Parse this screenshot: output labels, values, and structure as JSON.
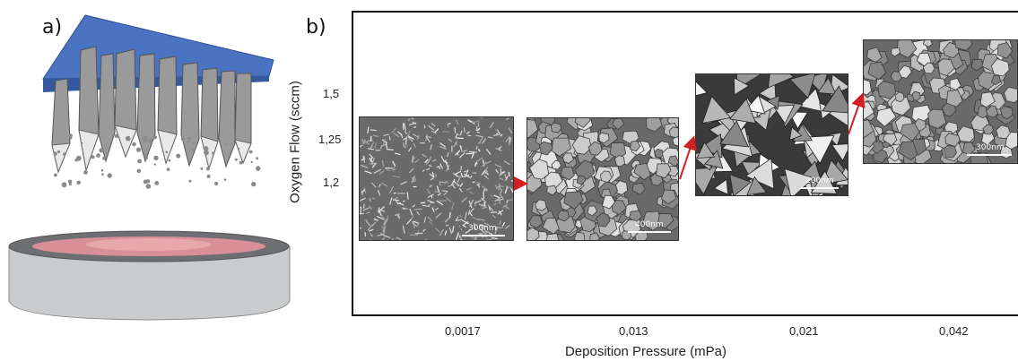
{
  "panels": {
    "a_label": "a)",
    "b_label": "b)"
  },
  "plot": {
    "ylabel": "Oxygen Flow (sccm)",
    "xlabel": "Deposition Pressure (mPa)",
    "yticks": [
      "1,5",
      "1,25",
      "1,2"
    ],
    "xticks": [
      "0,0017",
      "0,013",
      "0,021",
      "0,042"
    ]
  },
  "micrographs": [
    {
      "scale_label": "300nm",
      "texture": "fine-needles"
    },
    {
      "scale_label": "400nm",
      "texture": "faceted-grains"
    },
    {
      "scale_label": "200nm",
      "texture": "pyramidal-crystals"
    },
    {
      "scale_label": "300nm",
      "texture": "faceted-grains"
    }
  ],
  "colors": {
    "target_plate": "#4a73c2",
    "arrow": "#d21f1f",
    "substrate": "#c9cbcd",
    "plasma_glow": "#e8a6ad"
  },
  "icons": [
    "sputter-target-illustration",
    "substrate-holder-illustration",
    "red-arrow"
  ]
}
